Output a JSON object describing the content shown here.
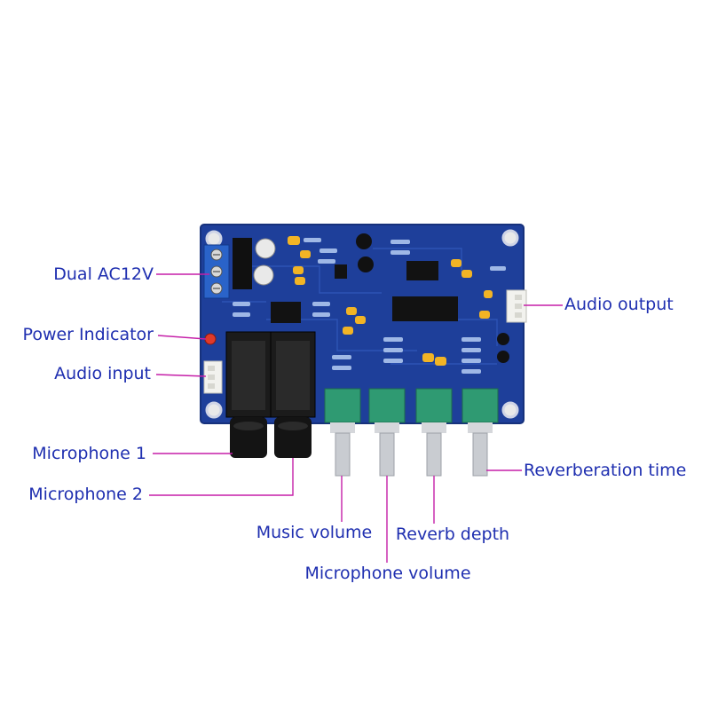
{
  "colors": {
    "board": "#1e3f9a",
    "board_edge": "#16317c",
    "label_text": "#1f2fb0",
    "leader_line": "#c51fa8",
    "knob_base": "#2f9a72",
    "shaft": "#c9ccd1",
    "jack": "#141414",
    "terminal_block": "#2a63c9",
    "capacitor_yellow": "#f2b425",
    "chip": "#121212",
    "led": "#e03a2a",
    "connector": "#f2f2ee"
  },
  "icons": {
    "mic_jack": "black-round-jack",
    "potentiometer": "green-rotary-pot",
    "terminal": "screw-terminal",
    "connector": "white-3pin-header"
  },
  "labels": {
    "dual_ac12v": "Dual AC12V",
    "power_indicator": "Power Indicator",
    "audio_input": "Audio input",
    "microphone_1": "Microphone 1",
    "microphone_2": "Microphone 2",
    "audio_output": "Audio output",
    "reverberation_time": "Reverberation time",
    "music_volume": "Music volume",
    "reverb_depth": "Reverb depth",
    "microphone_volume": "Microphone volume"
  }
}
